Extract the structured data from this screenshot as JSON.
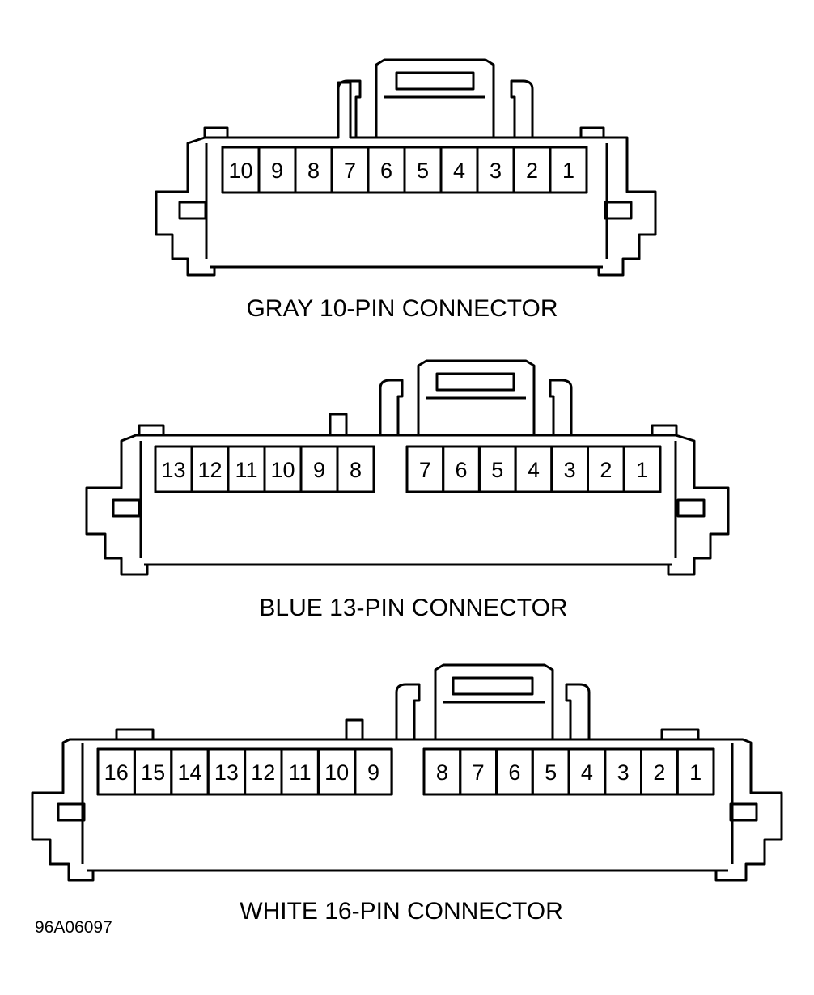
{
  "connectors": [
    {
      "caption": "GRAY 10-PIN CONNECTOR",
      "pins_left_group": [
        "10",
        "9",
        "8",
        "7",
        "6",
        "5",
        "4",
        "3",
        "2",
        "1"
      ],
      "pins_right_group": []
    },
    {
      "caption": "BLUE 13-PIN CONNECTOR",
      "pins_left_group": [
        "13",
        "12",
        "11",
        "10",
        "9",
        "8"
      ],
      "pins_right_group": [
        "7",
        "6",
        "5",
        "4",
        "3",
        "2",
        "1"
      ]
    },
    {
      "caption": "WHITE 16-PIN CONNECTOR",
      "pins_left_group": [
        "16",
        "15",
        "14",
        "13",
        "12",
        "11",
        "10",
        "9"
      ],
      "pins_right_group": [
        "8",
        "7",
        "6",
        "5",
        "4",
        "3",
        "2",
        "1"
      ]
    }
  ],
  "figure_id": "96A06097"
}
